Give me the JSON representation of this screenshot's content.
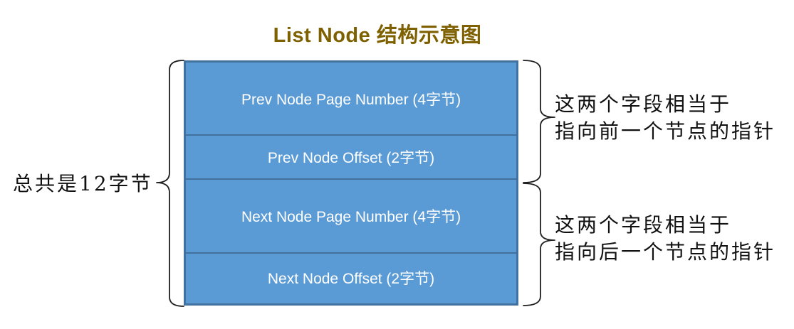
{
  "title": "List Node 结构示意图",
  "colors": {
    "title": "#7F6000",
    "box_fill": "#5B9BD5",
    "box_border": "#41719C",
    "row_text": "#ffffff",
    "annotation_text": "#111111",
    "brace_stroke": "#1f1f1f"
  },
  "box": {
    "rows": [
      {
        "label": "Prev Node Page Number (4字节)"
      },
      {
        "label": "Prev Node Offset (2字节)"
      },
      {
        "label": "Next Node Page Number (4字节)"
      },
      {
        "label": "Next Node Offset (2字节)"
      }
    ]
  },
  "left_annotation": {
    "label": "总共是12字节"
  },
  "right_annotations": [
    {
      "line1": "这两个字段相当于",
      "line2": "指向前一个节点的指针"
    },
    {
      "line1": "这两个字段相当于",
      "line2": "指向后一个节点的指针"
    }
  ]
}
